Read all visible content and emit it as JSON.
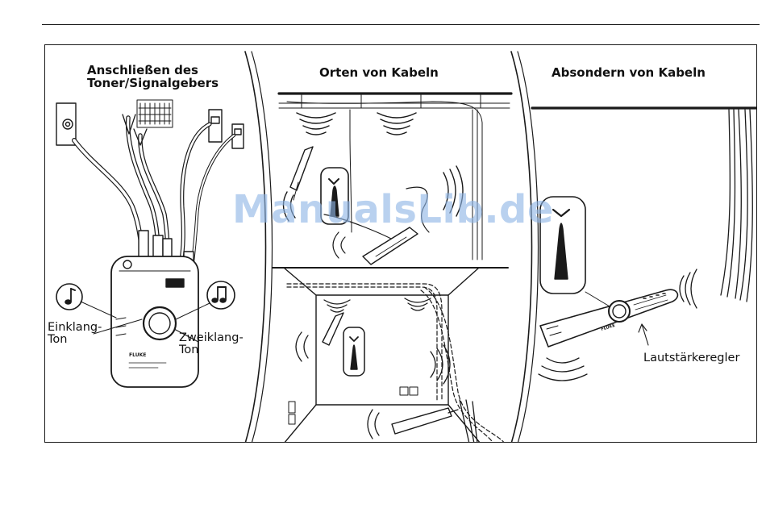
{
  "sections": {
    "connect": {
      "title_line1": "Anschließen des",
      "title_line2": "Toner/Signalgebers"
    },
    "locate": {
      "title": "Orten von Kabeln"
    },
    "isolate": {
      "title": "Absondern von Kabeln"
    }
  },
  "callouts": {
    "single_tone_line1": "Einklang-",
    "single_tone_line2": "Ton",
    "dual_tone_line1": "Zweiklang-",
    "dual_tone_line2": "Ton",
    "volume_control": "Lautstärkeregler"
  },
  "device_labels": {
    "toner_brand": "FLUKE",
    "probe_brand": "FLUKE"
  },
  "watermark": "ManualsLib.de",
  "icons": [
    "tone-speaker-icon",
    "single-note-icon",
    "double-note-icon",
    "rj-jack-icon",
    "coax-jack-icon"
  ]
}
